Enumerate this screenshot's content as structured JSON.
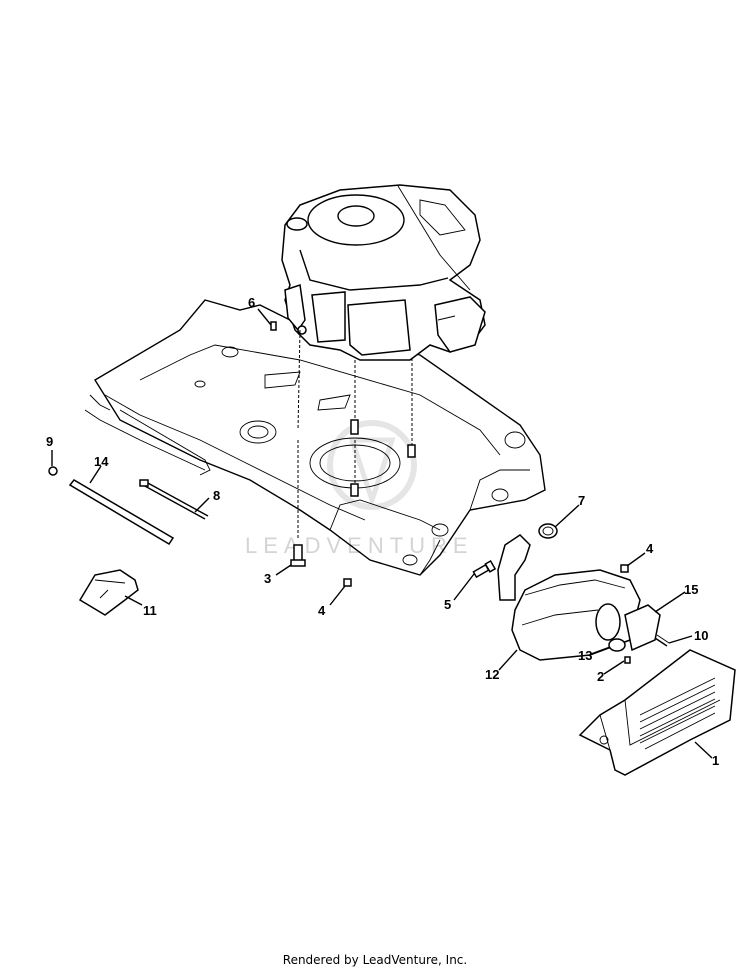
{
  "watermark": "LEADVENTURE",
  "footer": "Rendered by LeadVenture, Inc.",
  "callouts": {
    "c1": "1",
    "c2": "2",
    "c3": "3",
    "c4a": "4",
    "c4b": "4",
    "c5": "5",
    "c6": "6",
    "c7": "7",
    "c8": "8",
    "c9": "9",
    "c10": "10",
    "c11": "11",
    "c12": "12",
    "c13": "13",
    "c14": "14",
    "c15": "15"
  }
}
